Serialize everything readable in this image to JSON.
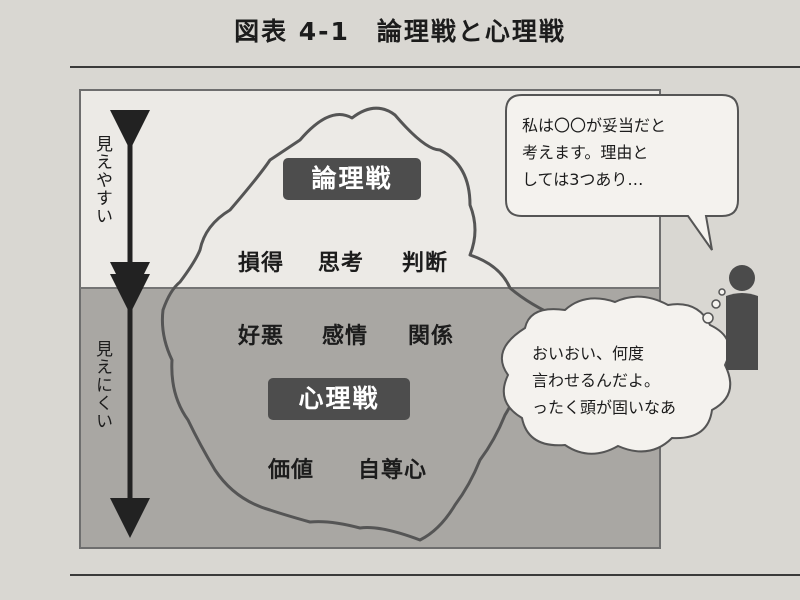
{
  "title": "図表 4-1　論理戦と心理戦",
  "left_axis": {
    "upper_label": "見えやすい",
    "lower_label": "見えにくい"
  },
  "iceberg": {
    "logic_badge": "論理戦",
    "logic_items": [
      "損得",
      "思考",
      "判断"
    ],
    "psych_items_upper": [
      "好悪",
      "感情",
      "関係"
    ],
    "psych_badge": "心理戦",
    "psych_items_lower": [
      "価値",
      "自尊心"
    ]
  },
  "speech_bubble": "私は〇〇が妥当だと\n考えます。理由と\nしては3つあり…",
  "thought_bubble": "おいおい、何度\n言わせるんだよ。\nったく頭が固いなあ"
}
